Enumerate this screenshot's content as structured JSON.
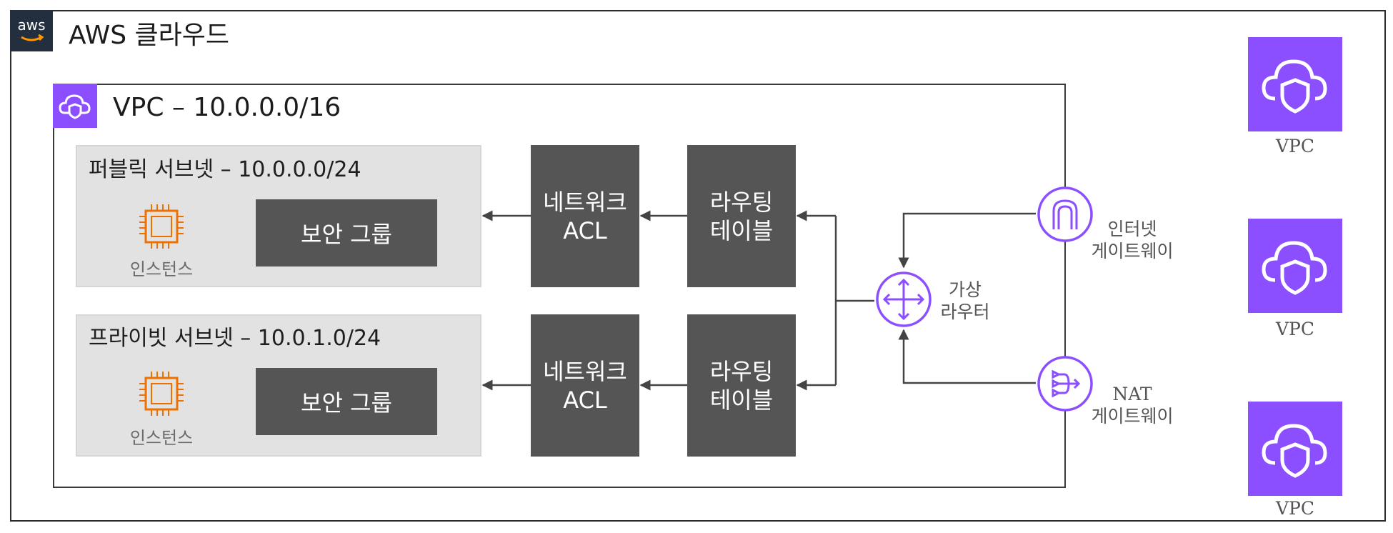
{
  "cloud": {
    "logo_text": "aws",
    "title": "AWS 클라우드"
  },
  "vpc": {
    "title": "VPC – 10.0.0.0/16"
  },
  "subnets": [
    {
      "title": "퍼블릭 서브넷 – 10.0.0.0/24",
      "instance_label": "인스턴스",
      "security_group": "보안 그룹",
      "nacl_line1": "네트워크",
      "nacl_line2": "ACL",
      "rt_line1": "라우팅",
      "rt_line2": "테이블"
    },
    {
      "title": "프라이빗 서브넷 – 10.0.1.0/24",
      "instance_label": "인스턴스",
      "security_group": "보안 그룹",
      "nacl_line1": "네트워크",
      "nacl_line2": "ACL",
      "rt_line1": "라우팅",
      "rt_line2": "테이블"
    }
  ],
  "router": {
    "line1": "가상",
    "line2": "라우터"
  },
  "internet_gateway": {
    "line1": "인터넷",
    "line2": "게이트웨이"
  },
  "nat_gateway": {
    "line1": "NAT",
    "line2": "게이트웨이"
  },
  "side_vpcs": [
    {
      "label": "VPC"
    },
    {
      "label": "VPC"
    },
    {
      "label": "VPC"
    }
  ],
  "colors": {
    "purple": "#8c4fff",
    "aws_dark": "#232f3e",
    "box_dark": "#555555",
    "subnet_bg": "#e2e2e2",
    "instance_orange": "#ed7100"
  }
}
